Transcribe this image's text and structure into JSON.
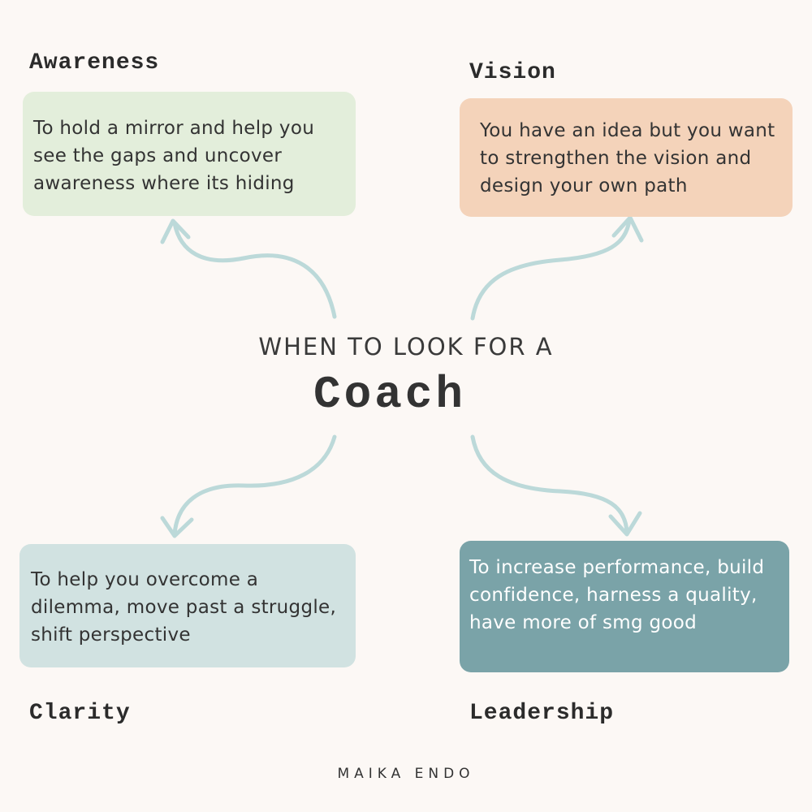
{
  "center": {
    "subtitle": "WHEN TO LOOK FOR A",
    "title": "Coach"
  },
  "sections": {
    "awareness": {
      "heading": "Awareness",
      "text": "To hold a mirror and help you see the gaps and uncover awareness where its hiding",
      "color": "#e3eedb"
    },
    "vision": {
      "heading": "Vision",
      "text": "You have an idea but you want to strengthen the vision and design your own path",
      "color": "#f4d3ba"
    },
    "clarity": {
      "heading": "Clarity",
      "text": "To help you overcome a dilemma, move past a struggle, shift perspective",
      "color": "#d1e2e1"
    },
    "leadership": {
      "heading": "Leadership",
      "text": "To increase performance, build confidence, harness a quality, have more of smg good",
      "color": "#7aa3a8"
    }
  },
  "arrow_color": "#bcd9d9",
  "footer": {
    "author": "MAIKA ENDO"
  }
}
